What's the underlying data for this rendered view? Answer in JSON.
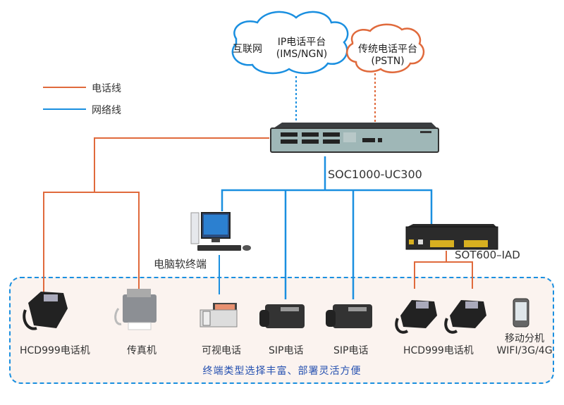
{
  "colors": {
    "phone_line": "#e06a3c",
    "network_line": "#1a8fe0",
    "zone_border": "#1a8fe0",
    "zone_fill": "#fbf3ef",
    "caption": "#2550b0"
  },
  "clouds": {
    "internet": {
      "prefix": "互联网",
      "line1": "IP电话平台",
      "line2": "(IMS/NGN)",
      "color": "#1a8fe0"
    },
    "pstn": {
      "line1": "传统电话平台",
      "line2": "(PSTN)",
      "color": "#e06a3c"
    }
  },
  "legend": [
    {
      "label": "电话线",
      "type": "phone-line"
    },
    {
      "label": "网络线",
      "type": "network-line"
    }
  ],
  "core": {
    "switch": {
      "model": "SOC1000-UC300",
      "icon": "network-switch-icon"
    },
    "iad": {
      "model": "SOT600–IAD",
      "icon": "iad-gateway-icon"
    },
    "pc": {
      "label": "电脑软终端",
      "icon": "desktop-computer-icon"
    }
  },
  "terminals": [
    {
      "label": "HCD999电话机",
      "icon": "desk-phone-icon",
      "link": "phone-line"
    },
    {
      "label": "传真机",
      "icon": "fax-machine-icon",
      "link": "phone-line"
    },
    {
      "label": "可视电话",
      "icon": "video-phone-icon",
      "link": "network-line"
    },
    {
      "label": "SIP电话",
      "icon": "sip-phone-icon",
      "link": "network-line"
    },
    {
      "label": "SIP电话",
      "icon": "sip-phone-icon",
      "link": "network-line"
    },
    {
      "label": "HCD999电话机",
      "icon": "desk-phone-icon",
      "link": "phone-line"
    },
    {
      "label": "移动分机",
      "label2": "WIFI/3G/4G",
      "icon": "mobile-phone-icon",
      "link": "wireless"
    }
  ],
  "caption": "终端类型选择丰富、部署灵活方便"
}
